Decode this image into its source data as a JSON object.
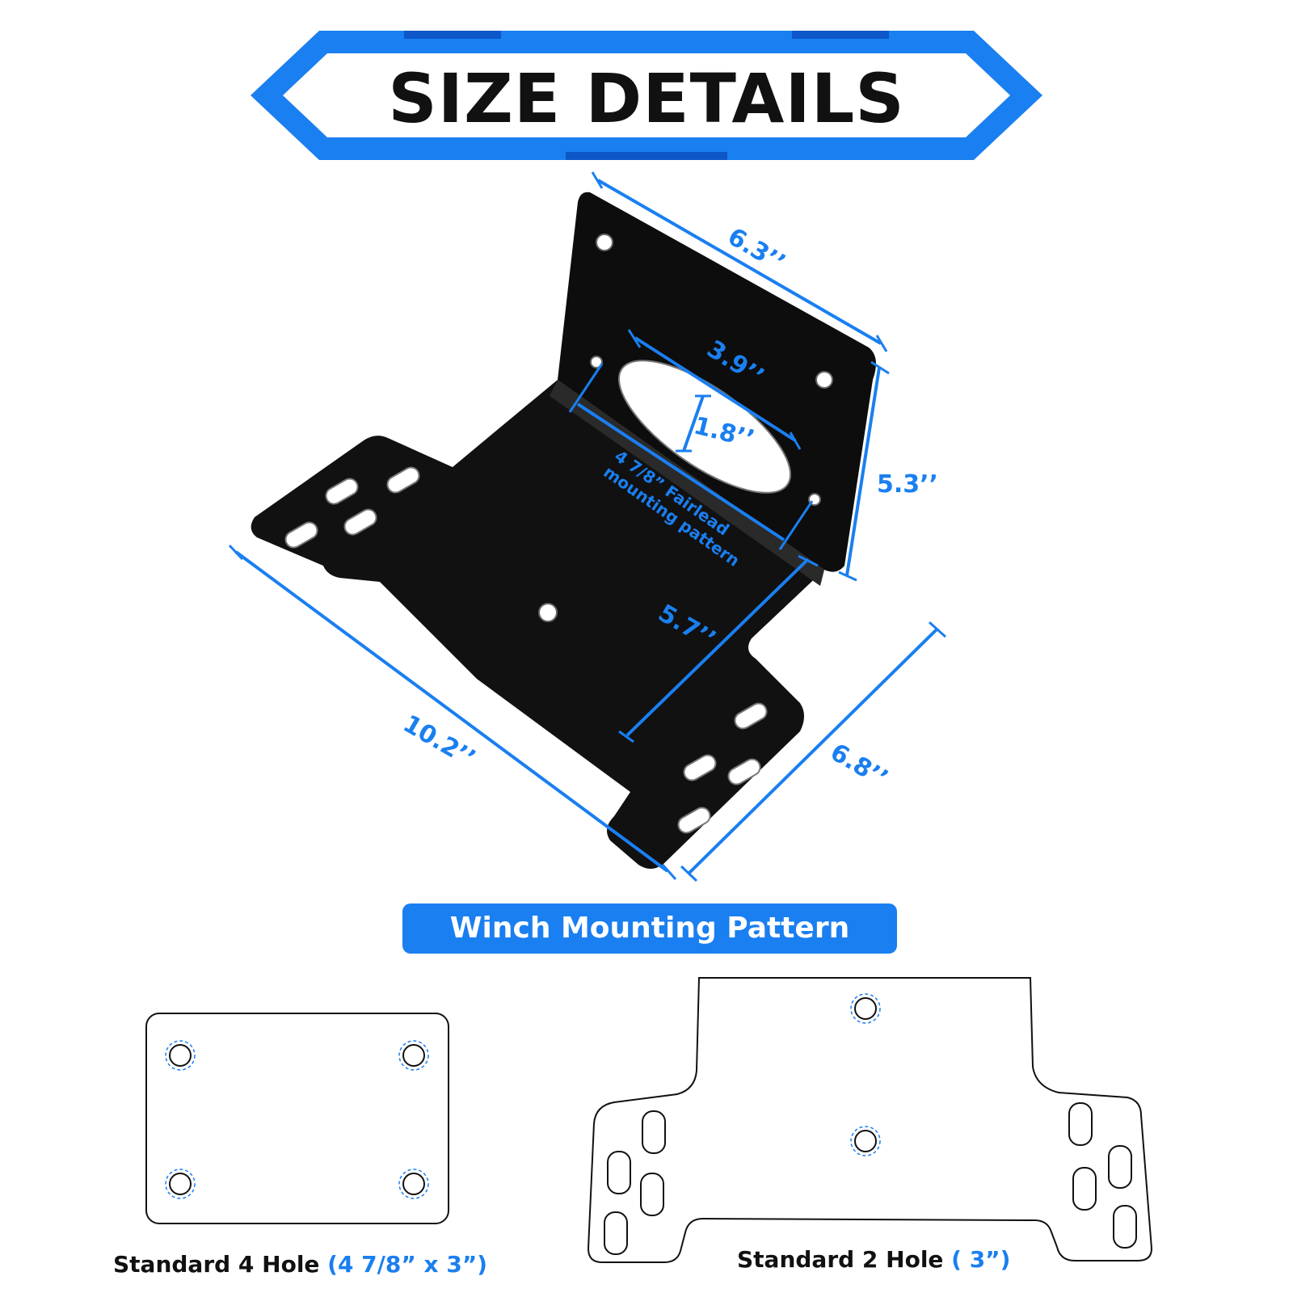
{
  "title": "SIZE DETAILS",
  "dimensions": {
    "top_width": "6.3’’",
    "hole_spacing": "3.9’’",
    "slot_height": "1.8’’",
    "fairlead_note_line1": "4 7/8” Fairlead",
    "fairlead_note_line2": "mounting pattern",
    "height": "5.3’’",
    "inner_depth": "5.7’’",
    "length": "10.2’’",
    "depth": "6.8’’"
  },
  "section_label": "Winch Mounting Pattern",
  "patterns": [
    {
      "label": "Standard 4 Hole ",
      "spec": "(4 7/8” x 3”)"
    },
    {
      "label": "Standard 2 Hole ",
      "spec": "( 3”)"
    }
  ],
  "colors": {
    "accent": "#1a7ff0",
    "banner_dark": "#1565d8",
    "plate": "#0d0d0d"
  }
}
